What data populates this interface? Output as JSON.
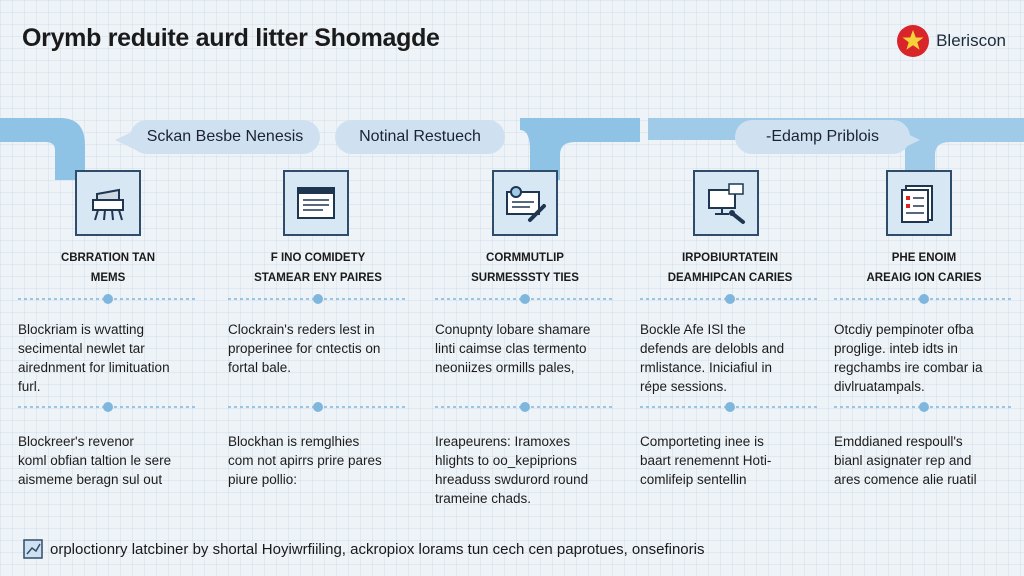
{
  "title": "Orymb reduite aurd litter Shomagde",
  "brand": {
    "name": "Bleriscon",
    "logo_icon": "star-badge-icon",
    "logo_color": "#d9242a",
    "star_color": "#f6d23a"
  },
  "band_labels": [
    "Sckan Besbe Nenesis",
    "Notinal Restuech",
    "-Edamp Priblois"
  ],
  "colors": {
    "band": "#8ec3e6",
    "band_light": "#cfe1f1",
    "divider": "#7fb6dd",
    "icon_border": "#2f4d6a"
  },
  "columns": [
    {
      "icon": "shredder-icon",
      "heading": [
        "Cbrration tan",
        "mems"
      ],
      "para1": [
        "Blockriam is wvatting",
        "secimental newlet tar",
        "airednment for limituation",
        "furl."
      ],
      "para2": [
        "Blockreer's revenor",
        "koml obfian taltion le sere",
        "aismeme beragn sul out"
      ]
    },
    {
      "icon": "document-window-icon",
      "heading": [
        "F ino comidety",
        "stamear eny paires"
      ],
      "para1": [
        "Clockrain's reders lest in",
        "properinee for cntectis on",
        "fortal bale."
      ],
      "para2": [
        "Blockhan is remglhies",
        "com not apirrs prire pares",
        "piure pollio:"
      ]
    },
    {
      "icon": "card-pen-icon",
      "heading": [
        "Cormmutlip",
        "surmesssty ties"
      ],
      "para1": [
        "Conupnty lobare shamare",
        "linti caimse clas termento",
        "neoniizes ormills pales,"
      ],
      "para2": [
        "Ireapeurens: Iramoxes",
        "hlights to oo_kepiprions",
        "hreaduss swdurord round",
        "trameine chads."
      ]
    },
    {
      "icon": "monitor-key-icon",
      "heading": [
        "Irpobiurtatein",
        "deamhipcan caries"
      ],
      "para1": [
        "Bockle Afe ISl the",
        "defends are delobls and",
        "rmlistance. Iniciafiul in",
        "répe sessions."
      ],
      "para2": [
        "Comporteting inee is",
        "baart renemennt Hoti-",
        "comlifeip sentellin"
      ]
    },
    {
      "icon": "checklist-document-icon",
      "heading": [
        "Phe enoim",
        "areaig ion caries"
      ],
      "para1": [
        "Otcdiy pempinoter ofba",
        "proglige. inteb idts in",
        "regchambs ire combar ia",
        "divlruatampals."
      ],
      "para2": [
        "Emddianed respoull's",
        "bianl asignater rep and",
        "ares comence alie ruatil"
      ]
    }
  ],
  "footer": {
    "icon": "document-corner-icon",
    "text": "orploctionry latcbiner by shortal Hoyiwrfiiling, ackropiox lorams tun cech cen paprotues, onsefinoris"
  }
}
